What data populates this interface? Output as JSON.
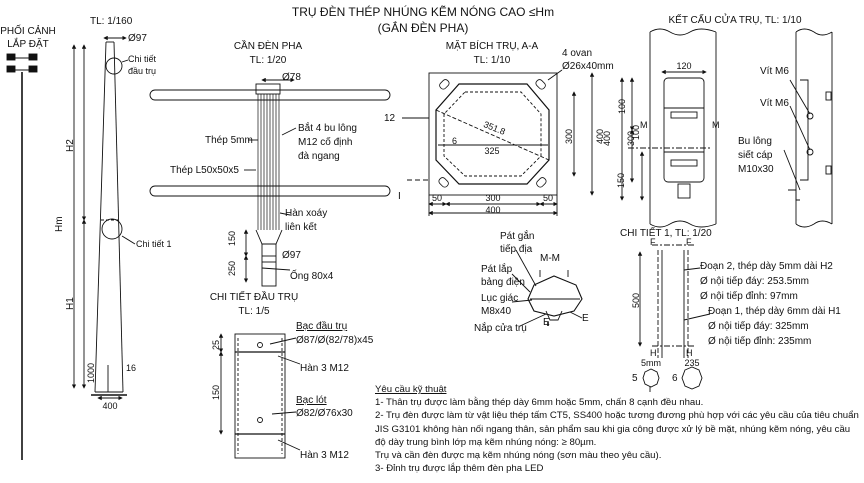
{
  "title": {
    "line1": "TRỤ ĐÈN THÉP NHÚNG KẼM NÓNG CAO ≤Hm",
    "line2": "(GẮN ĐÈN PHA)"
  },
  "perspective": {
    "label1": "PHỐI CẢNH",
    "label2": "LẮP ĐẶT"
  },
  "pole_elevation": {
    "scale": "TL: 1/160",
    "dia_top": "Ø97",
    "callout_top1": "Chi tiết",
    "callout_top2": "đầu trụ",
    "h2": "H2",
    "hm": "Hm",
    "h1": "H1",
    "callout_1": "Chi tiết 1",
    "dim_1000": "1000",
    "dim_16": "16",
    "dim_400": "400"
  },
  "lamp_arm": {
    "title": "CẦN ĐÈN PHA",
    "scale": "TL: 1/20",
    "dia_78": "Ø78",
    "steel_plate": "Thép 5mm",
    "bolts1": "Bắt 4 bu lông",
    "bolts2": "M12 cố định",
    "bolts3": "đà ngang",
    "angle": "Thép L50x50x5",
    "weld1": "Hàn xoáy",
    "weld2": "liên kết",
    "dim_150": "150",
    "dim_250": "250",
    "dia_97": "Ø97",
    "pipe": "Ống 80x4"
  },
  "flange": {
    "title": "MẶT BÍCH TRỤ, A-A",
    "scale": "TL: 1/10",
    "holes1": "4 ovan",
    "holes2": "Ø26x40mm",
    "dim_12": "12",
    "diag": "351.8",
    "dim_6": "6",
    "dim_325": "325",
    "dim_300v": "300",
    "dim_400v": "400",
    "dim_50a": "50",
    "dim_300h": "300",
    "dim_50b": "50",
    "dim_400h": "400",
    "mark_i": "I"
  },
  "door": {
    "title": "KẾT CẤU CỬA TRỤ, TL: 1/10",
    "dim_120": "120",
    "dim_100a": "100",
    "dim_300": "300",
    "dim_400": "400",
    "dim_100b": "100",
    "dim_150": "150",
    "mark_m1": "M",
    "mark_m2": "M",
    "screw1": "Vít M6",
    "screw2": "Vít M6",
    "bolt1": "Bu lông",
    "bolt2": "siết cáp",
    "bolt3": "M10x30"
  },
  "section_mm": {
    "title": "M-M",
    "earth1": "Pát gắn",
    "earth2": "tiếp địa",
    "board1": "Pát lắp",
    "board2": "bảng điện",
    "hex1": "Lục giác",
    "hex2": "M8x40",
    "cover": "Nắp cửa trụ",
    "mark_e1": "E",
    "mark_e2": "E"
  },
  "detail_1": {
    "title": "CHI TIẾT 1, TL: 1/20",
    "mark_f1": "F",
    "mark_f2": "F",
    "dim_500": "500",
    "mark_h1": "H",
    "mark_h2": "H",
    "seg2": "Đoạn 2, thép dày 5mm dài H2",
    "seg2_bot": "Ø nội tiếp đáy: 253.5mm",
    "seg2_top": "Ø nội tiếp đỉnh: 97mm",
    "seg1": "Đoạn 1, thép dày 6mm dài H1",
    "seg1_bot": "Ø nội tiếp đáy: 325mm",
    "seg1_top": "Ø nội tiếp đỉnh: 235mm",
    "sec5": "5",
    "sec6": "6",
    "sec_dim5": "5mm",
    "sec_dim6": "235"
  },
  "top_detail": {
    "title": "CHI TIẾT ĐẦU TRỤ",
    "scale": "TL: 1/5",
    "dim_25": "25",
    "dim_150": "150",
    "cap1": "Bạc đầu trụ",
    "cap2": "Ø87/Ø(82/78)x45",
    "weld1": "Hàn 3 M12",
    "liner1": "Bạc lót",
    "liner2": "Ø82/Ø76x30",
    "weld2": "Hàn 3 M12"
  },
  "notes": {
    "heading": "Yêu cầu kỹ thuật",
    "n1": "1- Thân trụ được làm bằng thép dày 6mm hoặc 5mm, chấn 8 cạnh đều nhau.",
    "n2": "2- Trụ đèn được làm từ vật liệu thép tấm CT5, SS400 hoặc tương đương phù hợp với các yêu cầu của tiêu chuẩn JIS G3101 không hàn nối ngang thân, sản phẩm sau khi gia công được xử lý bề mặt, nhúng kẽm nóng, yêu cầu độ dày trung bình lớp mạ kẽm nhúng nóng: ≥ 80µm.",
    "n2b": "Trụ và cần đèn được mạ kẽm nhúng nóng (sơn màu theo yêu cầu).",
    "n3": "3- Đỉnh trụ được lắp thêm đèn pha LED"
  }
}
